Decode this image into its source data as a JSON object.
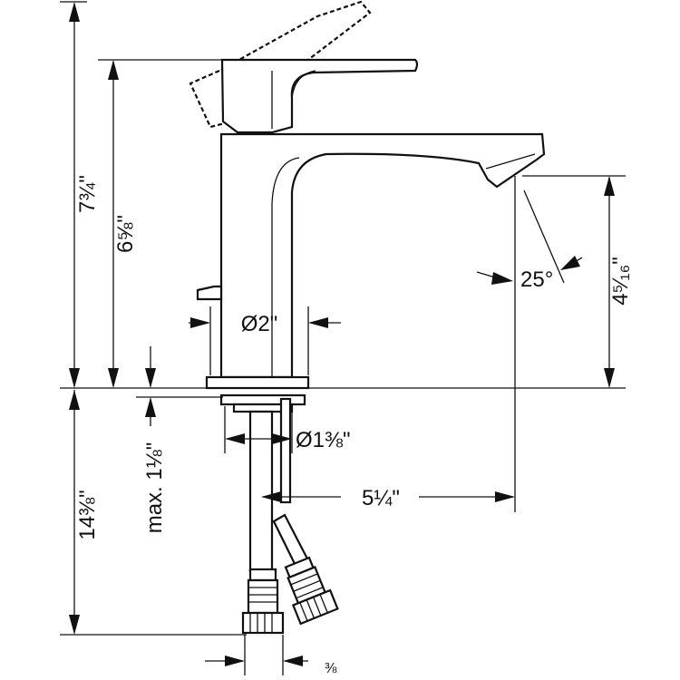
{
  "dimensions": {
    "total_height": "7¾\"",
    "spout_top_height": "6⅝\"",
    "spout_outlet_height": "4⁵⁄₁₆\"",
    "spray_angle": "25°",
    "base_diameter": "Ø2\"",
    "shank_diameter": "Ø1⅜\"",
    "spout_reach": "5¼\"",
    "max_deck_thickness": "max. 1⅛\"",
    "hose_length": "14⅜\"",
    "hose_fitting": "⅜"
  }
}
